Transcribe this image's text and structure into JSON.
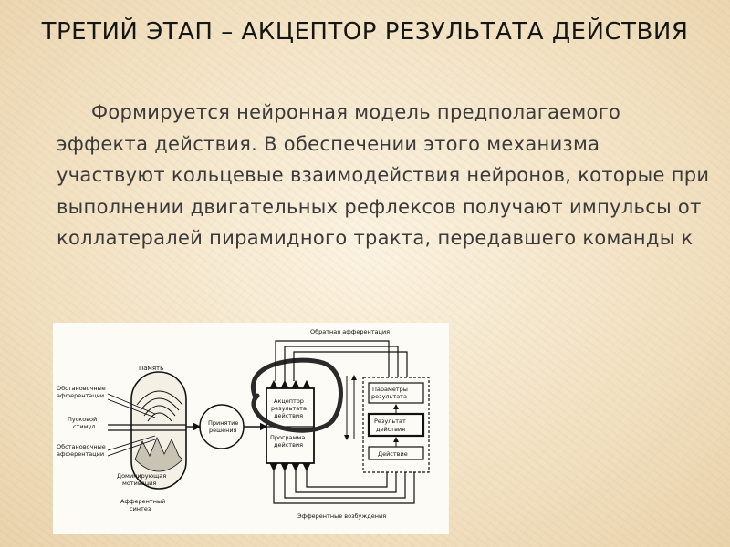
{
  "slide": {
    "title": "ТРЕТИЙ ЭТАП – АКЦЕПТОР РЕЗУЛЬТАТА ДЕЙСТВИЯ",
    "body": "Формируется нейронная модель предполагаемого эффекта действия. В обеспечении этого механизма участвуют кольцевые взаимодействия нейронов, которые при выполнении двигательных рефлексов получают импульсы от коллатералей пирамидного тракта, передавшего команды к"
  },
  "diagram": {
    "labels": {
      "memory": "Память",
      "situational_afferent_top_1": "Обстановочные",
      "situational_afferent_top_2": "афферентации",
      "trigger_stimulus_1": "Пусковой",
      "trigger_stimulus_2": "стимул",
      "situational_afferent_bottom_1": "Обстановочные",
      "situational_afferent_bottom_2": "афферентации",
      "dominant_motivation_1": "Доминирующая",
      "dominant_motivation_2": "мотивация",
      "afferent_synthesis_1": "Афферентный",
      "afferent_synthesis_2": "синтез",
      "decision_1": "Принятие",
      "decision_2": "решения",
      "acceptor_1": "Акцептор",
      "acceptor_2": "результата",
      "acceptor_3": "действия",
      "program_1": "Программа",
      "program_2": "действия",
      "feedback": "Обратная афферентация",
      "result_params_1": "Параметры",
      "result_params_2": "результата",
      "action_result_1": "Результат",
      "action_result_2": "действия",
      "action": "Действие",
      "efferent": "Эфферентные возбуждения"
    }
  }
}
